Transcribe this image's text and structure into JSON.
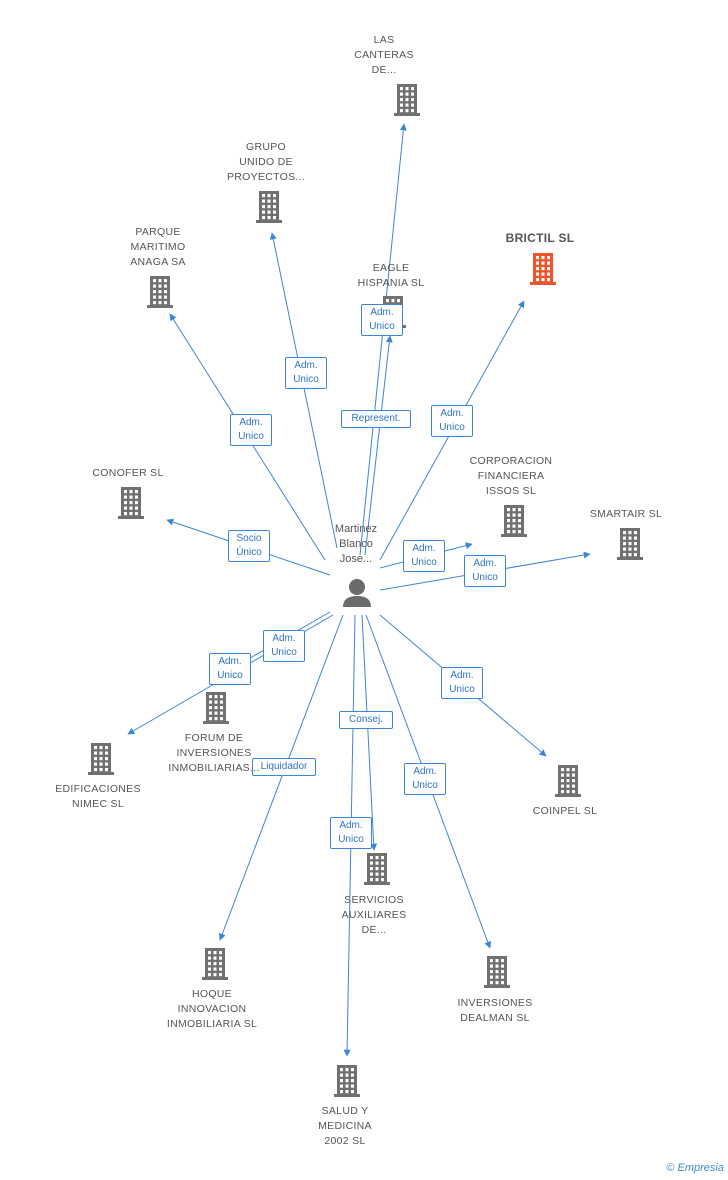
{
  "colors": {
    "edge": "#3d85d8",
    "building": "#707070",
    "highlight": "#f0552a",
    "label": "#555555"
  },
  "center": {
    "name": "Martinez\nBlanco\nJose..."
  },
  "companies": [
    {
      "id": "las-canteras",
      "name": "LAS\nCANTERAS\nDE..."
    },
    {
      "id": "grupo-unido",
      "name": "GRUPO\nUNIDO DE\nPROYECTOS..."
    },
    {
      "id": "parque-maritimo",
      "name": "PARQUE\nMARITIMO\nANAGA SA"
    },
    {
      "id": "eagle-hispania",
      "name": "EAGLE\nHISPANIA SL"
    },
    {
      "id": "brictil",
      "name": "BRICTIL SL",
      "highlight": true
    },
    {
      "id": "conofer",
      "name": "CONOFER  SL"
    },
    {
      "id": "corporacion",
      "name": "CORPORACION\nFINANCIERA\nISSOS SL"
    },
    {
      "id": "smartair",
      "name": "SMARTAIR SL"
    },
    {
      "id": "forum",
      "name": "FORUM DE\nINVERSIONES\nINMOBILIARIAS..."
    },
    {
      "id": "edificaciones",
      "name": "EDIFICACIONES\nNIMEC SL"
    },
    {
      "id": "coinpel",
      "name": "COINPEL SL"
    },
    {
      "id": "servicios",
      "name": "SERVICIOS\nAUXILIARES\nDE..."
    },
    {
      "id": "hoque",
      "name": "HOQUE\nINNOVACION\nINMOBILIARIA SL"
    },
    {
      "id": "inversiones-dealman",
      "name": "INVERSIONES\nDEALMAN SL"
    },
    {
      "id": "salud",
      "name": "SALUD Y\nMEDICINA\n2002 SL"
    }
  ],
  "relations": [
    {
      "target": "las-canteras",
      "label": "Adm.\nUnico"
    },
    {
      "target": "grupo-unido",
      "label": "Adm.\nUnico"
    },
    {
      "target": "parque-maritimo",
      "label": "Adm.\nUnico"
    },
    {
      "target": "eagle-hispania",
      "label": "Represent."
    },
    {
      "target": "brictil",
      "label": "Adm.\nUnico"
    },
    {
      "target": "conofer",
      "label": "Socio\nÚnico"
    },
    {
      "target": "corporacion",
      "label": "Adm.\nUnico"
    },
    {
      "target": "smartair",
      "label": "Adm.\nUnico"
    },
    {
      "target": "forum",
      "label": "Adm.\nUnico"
    },
    {
      "target": "edificaciones",
      "label": "Adm.\nUnico"
    },
    {
      "target": "coinpel",
      "label": "Adm.\nUnico"
    },
    {
      "target": "servicios",
      "label": "Consej."
    },
    {
      "target": "hoque",
      "label": "Liquidador"
    },
    {
      "target": "inversiones-dealman",
      "label": "Adm.\nUnico"
    },
    {
      "target": "salud",
      "label": "Adm.\nUnico"
    }
  ],
  "footer": {
    "copyright": "©",
    "brand": "Empresia"
  }
}
